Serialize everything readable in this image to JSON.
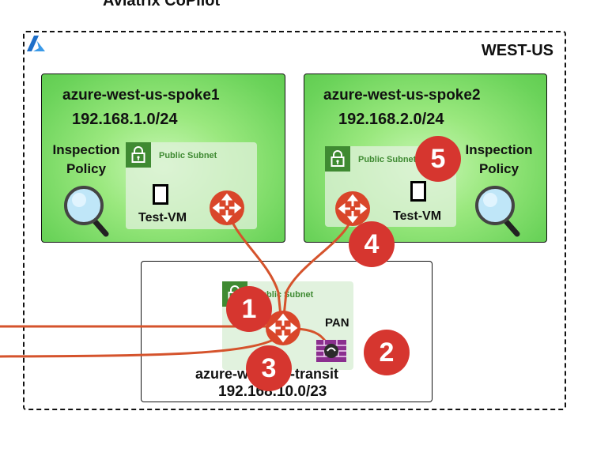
{
  "page": {
    "title": "Aviatrix CoPilot"
  },
  "region": {
    "label": "WEST-US"
  },
  "spokes": [
    {
      "name": "azure-west-us-spoke1",
      "cidr": "192.168.1.0/24",
      "subnet_label": "Public Subnet",
      "vm_label": "Test-VM",
      "inspection_label": "Inspection\nPolicy"
    },
    {
      "name": "azure-west-us-spoke2",
      "cidr": "192.168.2.0/24",
      "subnet_label": "Public Subnet",
      "vm_label": "Test-VM",
      "inspection_label": "Inspection\nPolicy"
    }
  ],
  "transit": {
    "name": "azure-west-us-transit",
    "cidr": "192.168.10.0/23",
    "subnet_label": "Public Subnet",
    "firewall_label": "PAN"
  },
  "badges": [
    "1",
    "2",
    "3",
    "4",
    "5"
  ],
  "icons": {
    "cloud": "azure-icon",
    "router": "router-icon",
    "firewall": "firewall-icon",
    "inspection": "magnifier-icon",
    "lock": "lock-icon"
  },
  "colors": {
    "path": "#d5532c",
    "badge": "#d6362f",
    "router": "#d9462a",
    "vpc_fill": "#7fdd68",
    "subnet_icon": "#3f8a32",
    "firewall": "#8b2f8f"
  }
}
